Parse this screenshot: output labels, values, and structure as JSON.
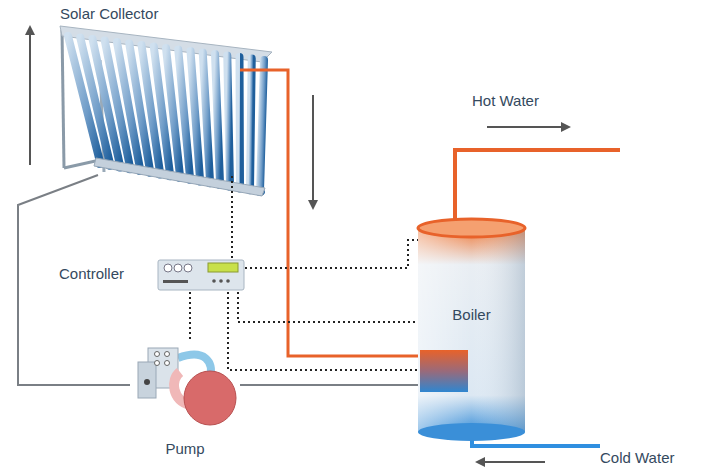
{
  "diagram": {
    "nodes": [
      {
        "text": [
          "Solar Collector"
        ]
      },
      {
        "text": [
          "Controller"
        ]
      },
      {
        "text": [
          "Boiler"
        ]
      },
      {
        "text": [
          "Pump"
        ]
      }
    ],
    "edges": [
      {
        "from": 0,
        "to": 2,
        "arrow": "none"
      },
      {
        "from": 2,
        "to": 3,
        "arrow": "none"
      },
      {
        "from": 3,
        "to": 0,
        "arrow": "none"
      },
      {
        "from": 1,
        "to": 0,
        "arrow": "none"
      },
      {
        "from": 1,
        "to": 2,
        "arrow": "none"
      },
      {
        "from": 1,
        "to": 2,
        "arrow": "none"
      },
      {
        "from": 1,
        "to": 2,
        "arrow": "none"
      },
      {
        "from": 1,
        "to": 3,
        "arrow": "none"
      }
    ],
    "labels": [
      "Hot Water",
      "Cold Water"
    ]
  }
}
